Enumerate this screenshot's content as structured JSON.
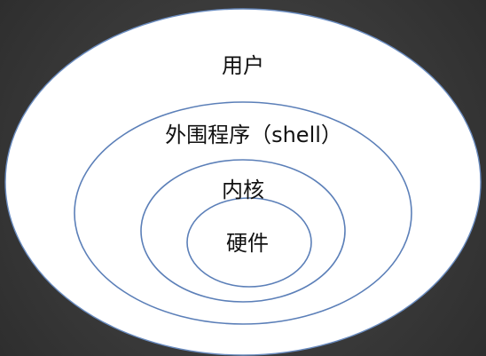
{
  "diagram": {
    "layers": [
      {
        "id": "user",
        "label": "用户"
      },
      {
        "id": "shell",
        "label": "外围程序（shell）"
      },
      {
        "id": "kernel",
        "label": "内核"
      },
      {
        "id": "hardware",
        "label": "硬件"
      }
    ],
    "colors": {
      "background": "#3a3a3a",
      "ring_fill": "#ffffff",
      "ring_stroke": "#5b7fb8",
      "text": "#111111"
    }
  }
}
